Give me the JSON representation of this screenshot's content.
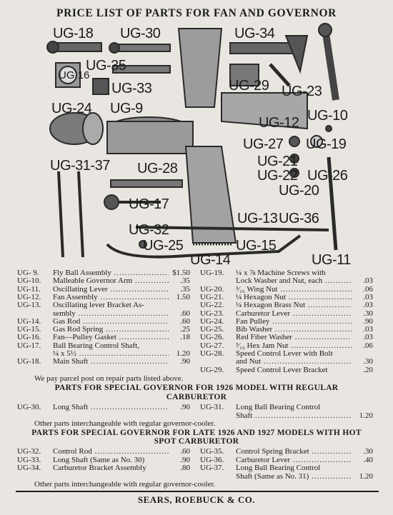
{
  "title": "PRICE LIST OF PARTS FOR FAN AND GOVERNOR",
  "figure_labels": [
    "UG-18",
    "UG-30",
    "UG-34",
    "UG-35",
    "UG-33",
    "UG-29",
    "UG-23",
    "UG-24",
    "UG-9",
    "UG-12",
    "UG-10",
    "UG-27",
    "UG-19",
    "UG-31-37",
    "UG-28",
    "UG-21",
    "UG-22",
    "UG-26",
    "UG-20",
    "UG-17",
    "UG-13",
    "UG-36",
    "UG-32",
    "UG-25",
    "UG-15",
    "UG-14",
    "UG-11"
  ],
  "figure_label_small": "UG 16",
  "parts_left": [
    {
      "code": "UG- 9.",
      "desc": "Fly Ball Assembly",
      "price": "$1.50",
      "dots": true
    },
    {
      "code": "UG-10.",
      "desc": "Malleable Governor Arm",
      "price": ".35",
      "dots": true
    },
    {
      "code": "UG-11.",
      "desc": "Oscillating Lever",
      "price": ".35",
      "dots": true
    },
    {
      "code": "UG-12.",
      "desc": "Fan Assembly",
      "price": "1.50",
      "dots": true
    },
    {
      "code": "UG-13.",
      "desc": "Oscillating lever Bracket As-",
      "price": "",
      "dots": false
    },
    {
      "code": "",
      "desc": "sembly",
      "price": ".60",
      "dots": true
    },
    {
      "code": "UG-14.",
      "desc": "Gas Rod",
      "price": ".60",
      "dots": true
    },
    {
      "code": "UG-15.",
      "desc": "Gas Rod Spring",
      "price": ".25",
      "dots": true
    },
    {
      "code": "UG-16.",
      "desc": "Fan—Pulley Gasket",
      "price": ".18",
      "dots": true
    },
    {
      "code": "UG-17.",
      "desc": "Ball Bearing Control Shaft,",
      "price": "",
      "dots": false
    },
    {
      "code": "",
      "desc": "¼ x 5½",
      "price": "1.20",
      "dots": true
    },
    {
      "code": "UG-18.",
      "desc": "Main Shaft",
      "price": ".90",
      "dots": true
    }
  ],
  "parts_right": [
    {
      "code": "UG-19.",
      "desc": "¼ x ⅞ Machine Screws with",
      "price": "",
      "dots": false
    },
    {
      "code": "",
      "desc": "Lock Washer and Nut, each",
      "price": ".03",
      "dots": true
    },
    {
      "code": "UG-20.",
      "desc": "³⁄₁₆ Wing Nut",
      "price": ".06",
      "dots": true
    },
    {
      "code": "UG-21.",
      "desc": "¼ Hexagon Nut",
      "price": ".03",
      "dots": true
    },
    {
      "code": "UG-22.",
      "desc": "¼ Hexagon Brass Nut",
      "price": ".03",
      "dots": true
    },
    {
      "code": "UG-23.",
      "desc": "Carburetor Lever",
      "price": ".30",
      "dots": true
    },
    {
      "code": "UG-24.",
      "desc": "Fan Pulley",
      "price": ".90",
      "dots": true
    },
    {
      "code": "UG-25.",
      "desc": "Bib Washer",
      "price": ".03",
      "dots": true
    },
    {
      "code": "UG-26.",
      "desc": "Red Fiber Washer",
      "price": ".03",
      "dots": true
    },
    {
      "code": "UG-27.",
      "desc": "³⁄₁₆ Hex Jam Nut",
      "price": ".06",
      "dots": true
    },
    {
      "code": "UG-28.",
      "desc": "Speed Control Lever with Bolt",
      "price": "",
      "dots": false
    },
    {
      "code": "",
      "desc": "and Nut",
      "price": ".30",
      "dots": true
    },
    {
      "code": "UG-29.",
      "desc": "Speed Control Lever Bracket",
      "price": ".20",
      "dots": false
    }
  ],
  "postage_note": "We pay parcel post on repair parts listed above.",
  "section1_heading_a": "PARTS FOR SPECIAL GOVERNOR FOR 1926 MODEL WITH REGULAR",
  "section1_heading_b": "CARBURETOR",
  "section1_left": [
    {
      "code": "UG-30.",
      "desc": "Long Shaft",
      "price": ".90",
      "dots": true
    }
  ],
  "section1_right": [
    {
      "code": "UG-31.",
      "desc": "Long Ball Bearing Control",
      "price": "",
      "dots": false
    },
    {
      "code": "",
      "desc": "Shaft",
      "price": "1.20",
      "dots": true
    }
  ],
  "section1_note": "Other parts interchangeable with regular governor-cooler.",
  "section2_heading_a": "PARTS FOR SPECIAL GOVERNOR FOR LATE 1926 AND 1927 MODELS WITH HOT",
  "section2_heading_b": "SPOT CARBURETOR",
  "section2_left": [
    {
      "code": "UG-32.",
      "desc": "Control Rod",
      "price": ".60",
      "dots": true
    },
    {
      "code": "UG-33.",
      "desc": "Long Shaft (Same as No. 30)",
      "price": ".90",
      "dots": false
    },
    {
      "code": "UG-34.",
      "desc": "Carburetor Bracket Assembly",
      "price": ".80",
      "dots": false
    }
  ],
  "section2_right": [
    {
      "code": "UG-35.",
      "desc": "Control Spring Bracket",
      "price": ".30",
      "dots": true
    },
    {
      "code": "UG-36.",
      "desc": "Carburetor Lever",
      "price": ".40",
      "dots": true
    },
    {
      "code": "UG-37.",
      "desc": "Long Ball Bearing Control",
      "price": "",
      "dots": false
    },
    {
      "code": "",
      "desc": "Shaft (Same as No. 31)",
      "price": "1.20",
      "dots": true
    }
  ],
  "section2_note": "Other parts interchangeable with regular governor-cooler.",
  "footer": "SEARS, ROEBUCK & CO."
}
